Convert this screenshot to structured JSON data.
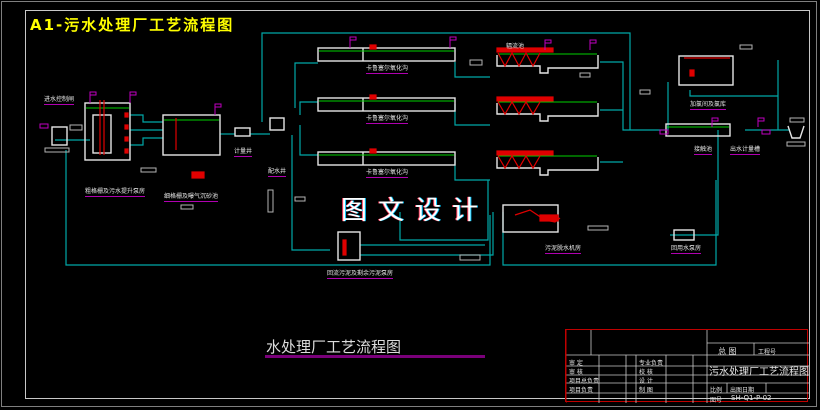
{
  "drawing": {
    "main_title": "A1-污水处理厂工艺流程图",
    "watermark": "图文设计",
    "drawing_title": "水处理厂工艺流程图"
  },
  "units": [
    {
      "id": "inlet-gate-well",
      "label": "进水控制闸"
    },
    {
      "id": "coarse-screen-pump",
      "label": "粗格栅及污水提升泵房"
    },
    {
      "id": "fine-screen-grit",
      "label": "细格栅及曝气沉砂池"
    },
    {
      "id": "metering-well",
      "label": "计量井"
    },
    {
      "id": "distribution-well",
      "label": "配水井"
    },
    {
      "id": "aeration-1",
      "label": "卡鲁塞尔氧化沟"
    },
    {
      "id": "aeration-2",
      "label": "卡鲁塞尔氧化沟"
    },
    {
      "id": "aeration-3",
      "label": "卡鲁塞尔氧化沟"
    },
    {
      "id": "secondary-clarifier",
      "label": "辐流池"
    },
    {
      "id": "chlorine-room",
      "label": "加氯间及氯库"
    },
    {
      "id": "contact-tank",
      "label": "接触池"
    },
    {
      "id": "outlet-metering",
      "label": "出水计量槽"
    },
    {
      "id": "return-sludge-pump",
      "label": "回流污泥及剩余污泥泵房"
    },
    {
      "id": "sludge-dewatering",
      "label": "污泥脱水机房"
    },
    {
      "id": "reuse-pump",
      "label": "回用水泵房"
    }
  ],
  "title_block": {
    "header_left": "总 图",
    "header_right": "工程号",
    "drawing_name": "污水处理厂工艺流程图",
    "rows": [
      {
        "label1": "审 定",
        "label2": "专业负责"
      },
      {
        "label1": "审 核",
        "label2": "校 核"
      },
      {
        "label1": "项目总负责",
        "label2": "设 计"
      },
      {
        "label1": "项目负责",
        "label2": "制 图"
      }
    ],
    "scale_label": "比例",
    "date_label": "出图日期",
    "drawing_no_label": "图号",
    "drawing_no": "SH-Q1-P-02"
  },
  "colors": {
    "pipe": "#00a8a8",
    "structure": "#e6e6e6",
    "equipment": "#e00000",
    "water_level": "#00d000",
    "tag": "#c000c0",
    "title": "#ffff00"
  }
}
